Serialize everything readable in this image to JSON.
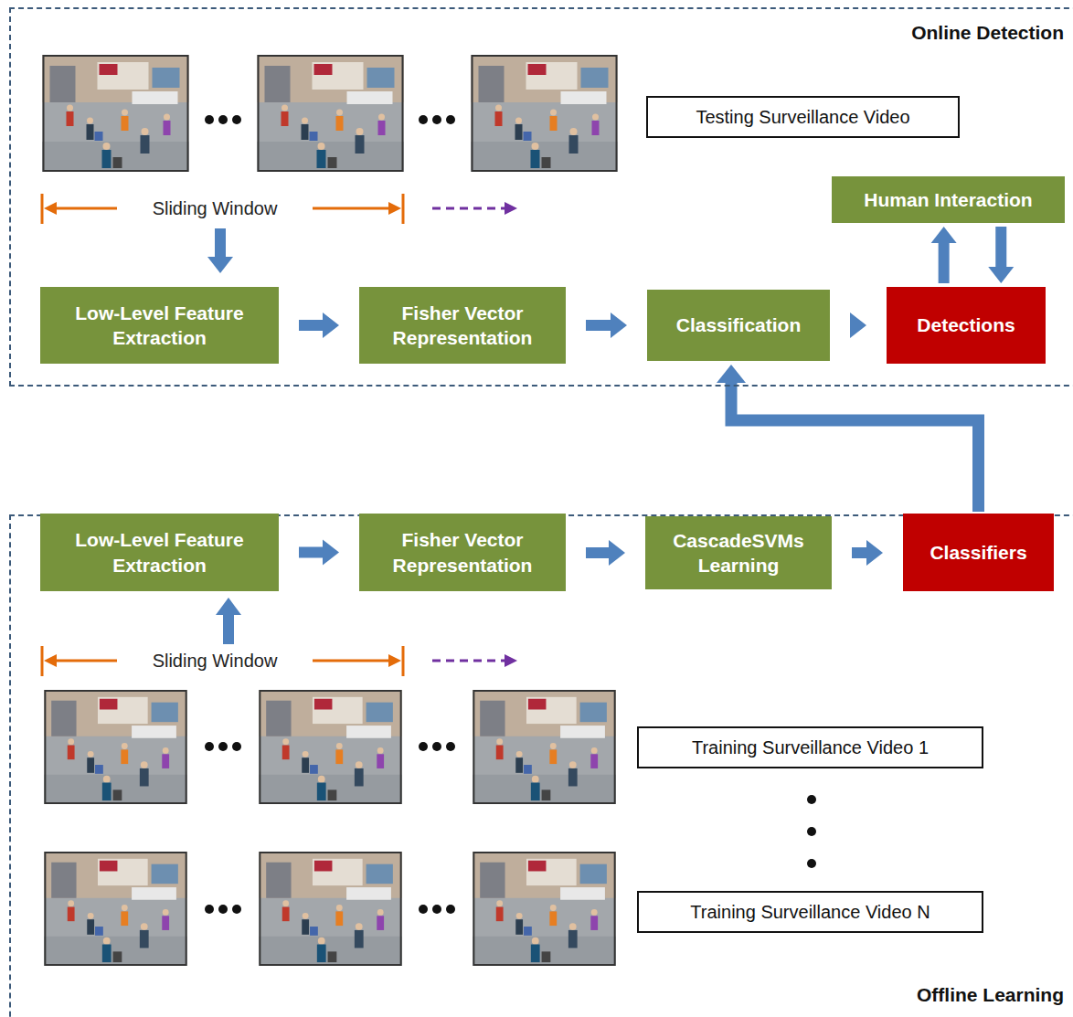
{
  "diagram": {
    "nodes": [
      {
        "text": [
          "Online Detection"
        ]
      },
      {
        "text": [
          "Testing Surveillance Video"
        ],
        "in": 0
      },
      {
        "text": [
          "Human Interaction"
        ],
        "in": 0
      },
      {
        "text": [
          "Low-Level Feature Extraction"
        ],
        "in": 0
      },
      {
        "text": [
          "Fisher Vector Representation"
        ],
        "in": 0
      },
      {
        "text": [
          "Classification"
        ],
        "in": 0
      },
      {
        "text": [
          "Detections"
        ],
        "in": 0
      },
      {
        "text": [
          "Offline Learning"
        ]
      },
      {
        "text": [
          "Low-Level Feature Extraction"
        ],
        "in": 7
      },
      {
        "text": [
          "Fisher Vector Representation"
        ],
        "in": 7
      },
      {
        "text": [
          "CascadeSVMs Learning"
        ],
        "in": 7
      },
      {
        "text": [
          "Classifiers"
        ],
        "in": 7
      },
      {
        "text": [
          "Training Surveillance Video 1"
        ],
        "in": 7
      },
      {
        "text": [
          "Training Surveillance Video N"
        ],
        "in": 7
      }
    ],
    "edges": [
      {
        "from": 3,
        "to": 4,
        "arrow": "to"
      },
      {
        "from": 4,
        "to": 5,
        "arrow": "to"
      },
      {
        "from": 5,
        "to": 6,
        "arrow": "to"
      },
      {
        "from": 6,
        "to": 2,
        "arrow": "to"
      },
      {
        "from": 2,
        "to": 6,
        "arrow": "to"
      },
      {
        "from": 11,
        "to": 5,
        "arrow": "to"
      },
      {
        "from": 8,
        "to": 9,
        "arrow": "to"
      },
      {
        "from": 9,
        "to": 10,
        "arrow": "to"
      },
      {
        "from": 10,
        "to": 11,
        "arrow": "to"
      }
    ],
    "labels": [
      "Sliding Window",
      "Sliding Window"
    ]
  }
}
